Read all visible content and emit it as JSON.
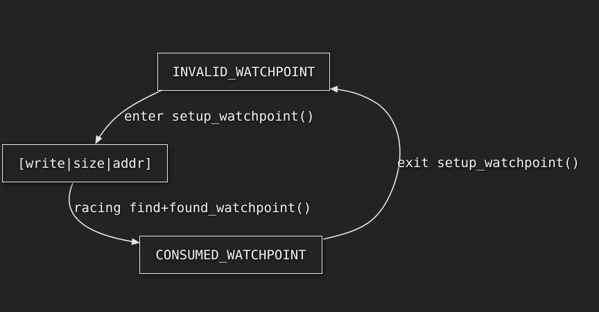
{
  "nodes": {
    "invalid": "INVALID_WATCHPOINT",
    "setup": "[write|size|addr]",
    "consumed": "CONSUMED_WATCHPOINT"
  },
  "edges": {
    "enter": "enter setup_watchpoint()",
    "racing": "racing find+found_watchpoint()",
    "exit": "exit setup_watchpoint()"
  },
  "colors": {
    "background": "#232323",
    "stroke": "#e6e6e6",
    "text": "#f2f2f2"
  }
}
